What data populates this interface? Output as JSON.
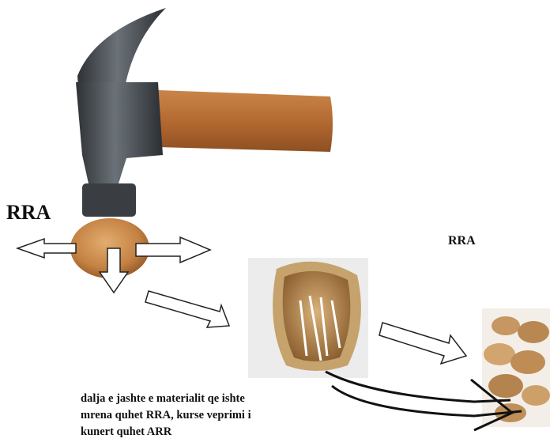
{
  "labels": {
    "left": "RRA",
    "right": "RRA"
  },
  "caption": {
    "line1": "dalja e jashte e materialit qe ishte",
    "line2": "mrena quhet RRA, kurse veprimi i",
    "line3": "kunert quhet ARR"
  },
  "colors": {
    "hammer_head": "#4a4f55",
    "handle_wood": "#b9733b",
    "walnut_shell": "#c98b4e",
    "walnut_kernel": "#b8894f",
    "arrow_stroke": "#222222"
  }
}
